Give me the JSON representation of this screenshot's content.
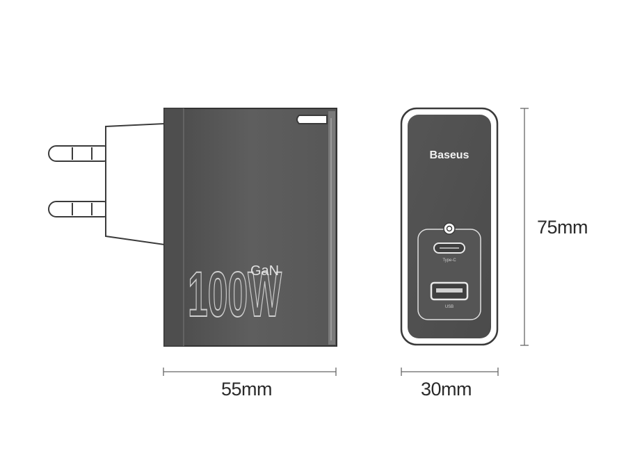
{
  "dimensions": {
    "width_label": "55mm",
    "depth_label": "30mm",
    "height_label": "75mm"
  },
  "product": {
    "brand": "Baseus",
    "power_label": "100W",
    "tech_label": "GaN",
    "port_c_label": "Type-C",
    "port_a_label": "USB"
  },
  "colors": {
    "body": "#5a5a5a",
    "outline": "#3a3a3a",
    "dimension_line": "#666666",
    "accent": "#d8d8d8"
  }
}
